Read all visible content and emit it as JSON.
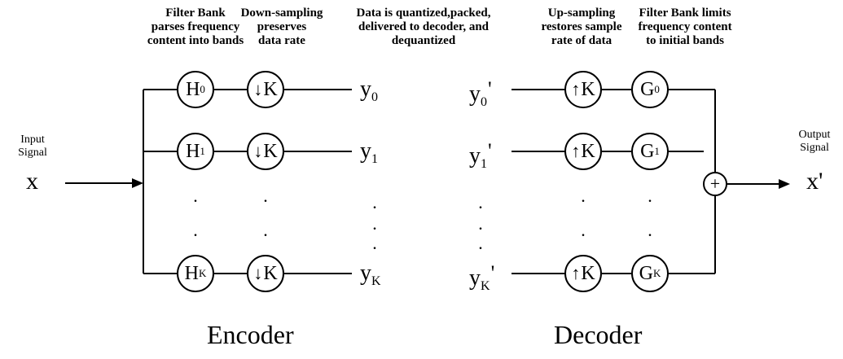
{
  "encoder": {
    "caption": "Encoder",
    "input_label": [
      "Input",
      "Signal"
    ],
    "input_symbol": "x",
    "filter_header": [
      "Filter Bank",
      "parses frequency",
      "content into bands"
    ],
    "downsample_header": [
      "Down-sampling",
      "preserves",
      "data rate"
    ],
    "analysis_filters": [
      {
        "base": "H",
        "sub": "0"
      },
      {
        "base": "H",
        "sub": "1"
      },
      {
        "base": "H",
        "sub": "K"
      }
    ],
    "downsampler": {
      "arrow": "↓",
      "factor": "K"
    },
    "outputs": [
      {
        "base": "y",
        "sub": "0"
      },
      {
        "base": "y",
        "sub": "1"
      },
      {
        "base": "y",
        "sub": "K"
      }
    ]
  },
  "channel": {
    "header": [
      "Data is quantized,packed,",
      "delivered to decoder, and",
      "dequantized"
    ]
  },
  "decoder": {
    "caption": "Decoder",
    "inputs": [
      {
        "base": "y",
        "sub": "0",
        "prime": "'"
      },
      {
        "base": "y",
        "sub": "1",
        "prime": "'"
      },
      {
        "base": "y",
        "sub": "K",
        "prime": "'"
      }
    ],
    "upsample_header": [
      "Up-sampling",
      "restores sample",
      "rate of data"
    ],
    "filter_header": [
      "Filter Bank limits",
      "frequency content",
      "to initial bands"
    ],
    "upsampler": {
      "arrow": "↑",
      "factor": "K"
    },
    "synthesis_filters": [
      {
        "base": "G",
        "sub": "0"
      },
      {
        "base": "G",
        "sub": "1"
      },
      {
        "base": "G",
        "sub": "K"
      }
    ],
    "summer_symbol": "+",
    "output_label": [
      "Output",
      "Signal"
    ],
    "output_symbol": "x'"
  },
  "ellipsis_dot": "."
}
